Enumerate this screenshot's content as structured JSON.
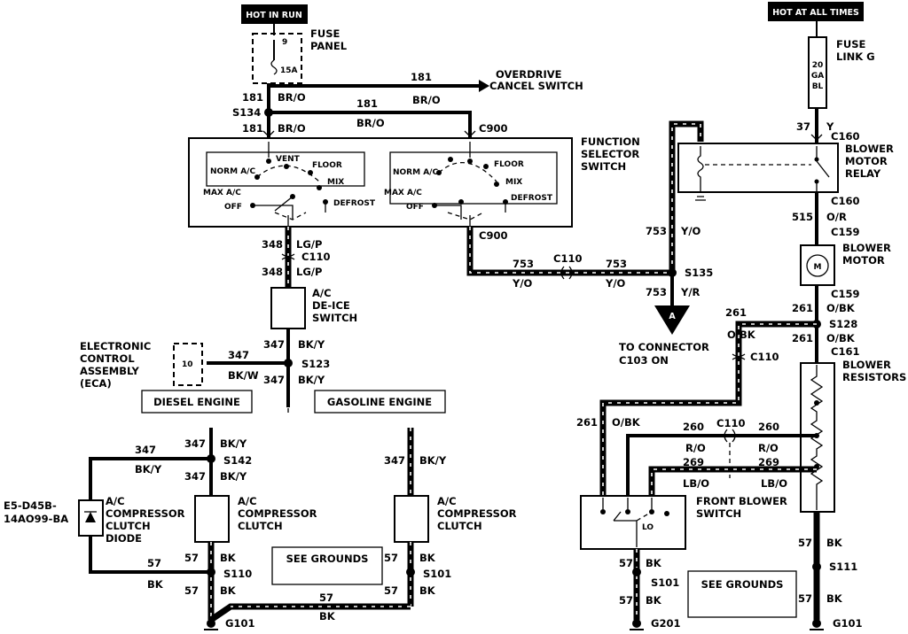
{
  "power": {
    "hot_in_run": "HOT IN RUN",
    "hot_at_all_times": "HOT AT ALL TIMES"
  },
  "fuse_panel": {
    "label_1": "FUSE",
    "label_2": "PANEL",
    "fuse_number": "9",
    "fuse_rating": "15A"
  },
  "fuse_link": {
    "label_1": "FUSE",
    "label_2": "LINK G",
    "rating_1": "20",
    "rating_2": "GA",
    "rating_3": "BL"
  },
  "overdrive": {
    "label_1": "OVERDRIVE",
    "label_2": "CANCEL SWITCH"
  },
  "function_selector": {
    "label_1": "FUNCTION",
    "label_2": "SELECTOR",
    "label_3": "SWITCH",
    "positions": {
      "norm_ac": "NORM A/C",
      "vent": "VENT",
      "floor": "FLOOR",
      "mix": "MIX",
      "max_ac": "MAX A/C",
      "off": "OFF",
      "defrost": "DEFROST"
    }
  },
  "deice": {
    "label_1": "A/C",
    "label_2": "DE-ICE",
    "label_3": "SWITCH"
  },
  "eca": {
    "label_1": "ELECTRONIC",
    "label_2": "CONTROL",
    "label_3": "ASSEMBLY",
    "label_4": "(ECA)",
    "pin": "10"
  },
  "engines": {
    "diesel": "DIESEL ENGINE",
    "gasoline": "GASOLINE ENGINE"
  },
  "diode": {
    "part_1": "E5-D45B-",
    "part_2": "14AO99-BA",
    "label_1": "A/C",
    "label_2": "COMPRESSOR",
    "label_3": "CLUTCH",
    "label_4": "DIODE"
  },
  "clutch": {
    "label_1": "A/C",
    "label_2": "COMPRESSOR",
    "label_3": "CLUTCH"
  },
  "see_grounds": "SEE GROUNDS",
  "blower_relay": {
    "label_1": "BLOWER",
    "label_2": "MOTOR",
    "label_3": "RELAY"
  },
  "blower_motor": {
    "label_1": "BLOWER",
    "label_2": "MOTOR",
    "symbol": "M"
  },
  "blower_resistors": {
    "label_1": "BLOWER",
    "label_2": "RESISTORS"
  },
  "front_blower": {
    "label_1": "FRONT BLOWER",
    "label_2": "SWITCH",
    "lo": "LO"
  },
  "connector_ref": {
    "letter": "A",
    "line_1": "TO CONNECTOR",
    "line_2": "C103 ON"
  },
  "connectors": {
    "c900": "C900",
    "c110": "C110",
    "c160": "C160",
    "c159": "C159",
    "c161": "C161"
  },
  "splices": {
    "s134": "S134",
    "s123": "S123",
    "s142": "S142",
    "s110": "S110",
    "s101": "S101",
    "s135": "S135",
    "s128": "S128",
    "s111": "S111"
  },
  "grounds": {
    "g101": "G101",
    "g201": "G201"
  },
  "circuits": {
    "c181": "181",
    "c348": "348",
    "c347": "347",
    "c57": "57",
    "c753": "753",
    "c37": "37",
    "c515": "515",
    "c261": "261",
    "c260": "260",
    "c269": "269"
  },
  "colors": {
    "br_o": "BR/O",
    "lg_p": "LG/P",
    "bk_y": "BK/Y",
    "bk_w": "BK/W",
    "bk": "BK",
    "y_o": "Y/O",
    "y_r": "Y/R",
    "y": "Y",
    "o_r": "O/R",
    "o_bk": "O/BK",
    "r_o": "R/O",
    "lb_o": "LB/O"
  }
}
